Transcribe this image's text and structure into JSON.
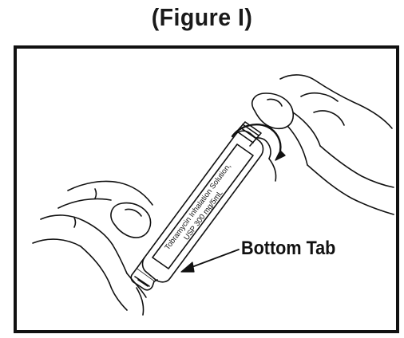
{
  "figure": {
    "title": "(Figure I)",
    "callout_label": "Bottom Tab",
    "vial_label": {
      "line1": "Tobramycin Inhalation Solution,",
      "line2": "USP 300 mg/5mL"
    }
  },
  "colors": {
    "ink": "#111111",
    "background": "#ffffff"
  }
}
